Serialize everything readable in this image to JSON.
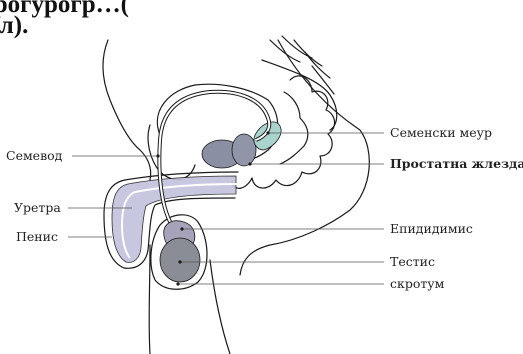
{
  "heading": {
    "line1": "…у … … …урогурогр…(",
    "line2": "ал)."
  },
  "labels": {
    "semevod": "Семевод",
    "uretra": "Уретра",
    "penis": "Пенис",
    "semenski_meur": "Семенски меур",
    "prostata": "Простатна жлезда",
    "epididimis": "Епидидимис",
    "testis": "Тестис",
    "skrotum": "скротум"
  },
  "colors": {
    "urethra": "#c3c1dd",
    "bladder": "#8a8fa3",
    "seminal_vesicle": "#a9d3cc",
    "epididymis": "#a6a2ba",
    "testis": "#8a8d95",
    "outline": "#1a1a1a"
  }
}
